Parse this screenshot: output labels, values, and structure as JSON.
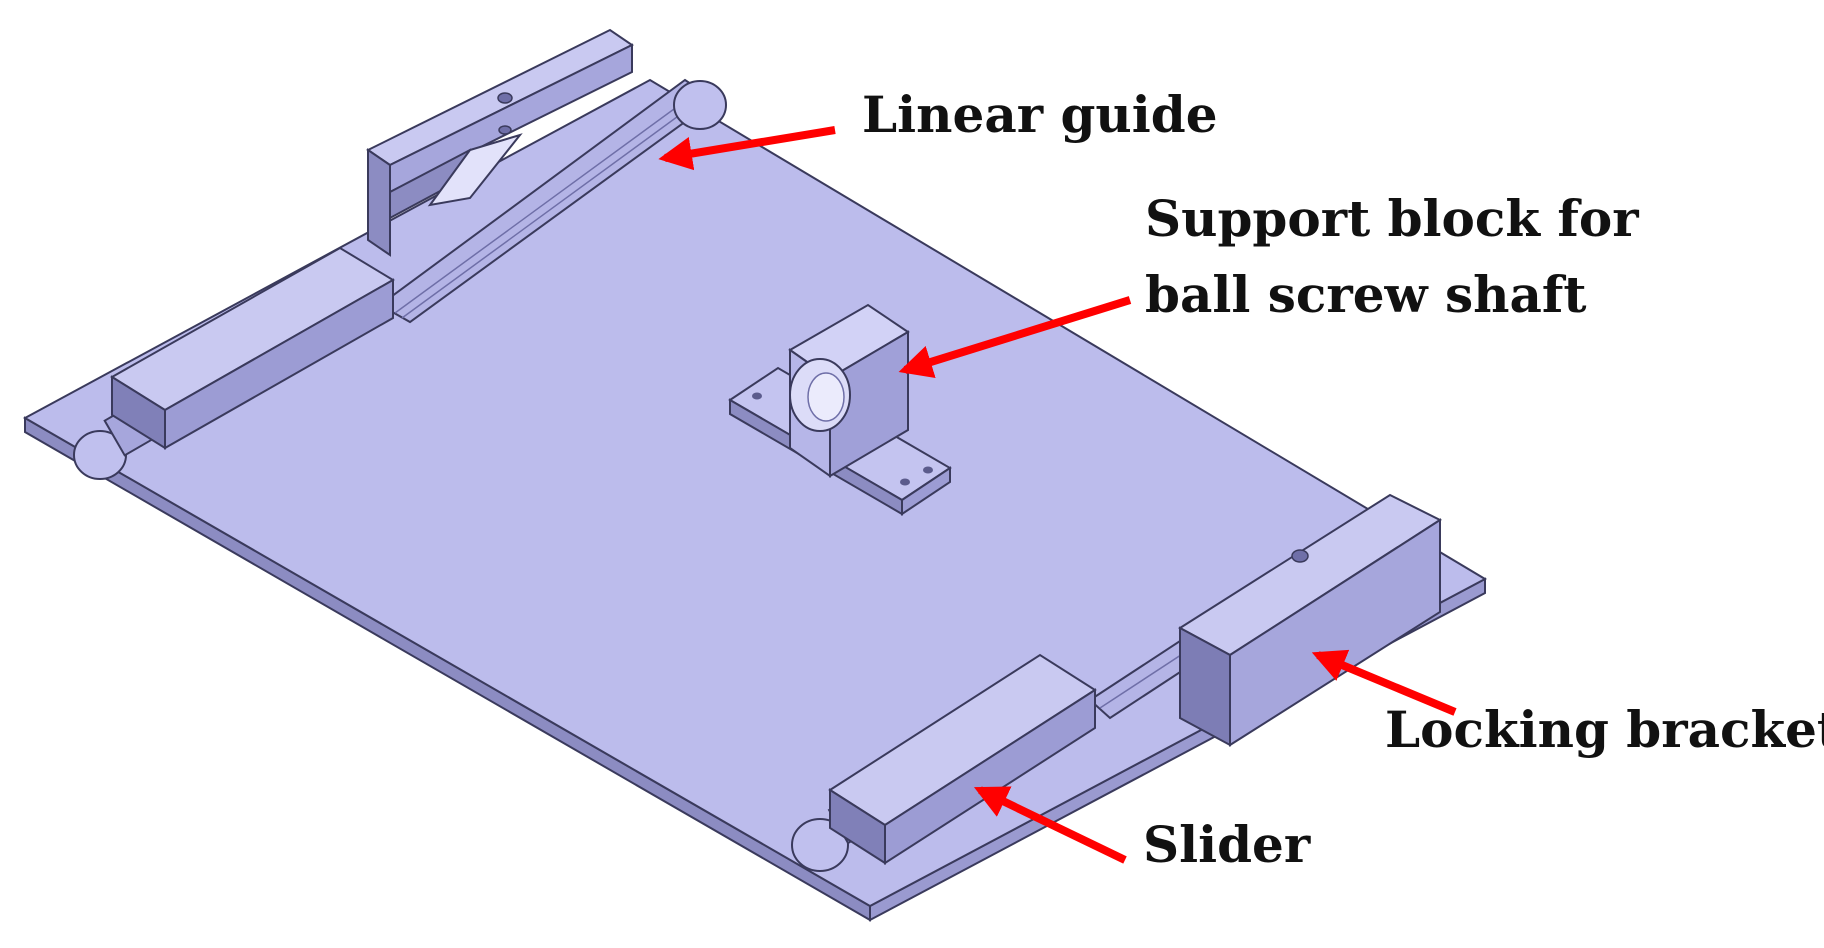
{
  "colors": {
    "plate_top": "#bcbcec",
    "plate_side": "#8c8cc2",
    "part_light": "#c9c9f1",
    "part_mid": "#a6a6dc",
    "part_dark": "#7d7db5",
    "outline": "#3a3a5c",
    "arrow": "#ff0000",
    "text": "#111111"
  },
  "labels": {
    "linear_guide": "Linear guide",
    "support_block_line1": "Support block for",
    "support_block_line2": "ball screw shaft",
    "locking_bracket": "Locking bracket",
    "slider": "Slider"
  },
  "icons": {
    "arrow": "red-arrow"
  }
}
